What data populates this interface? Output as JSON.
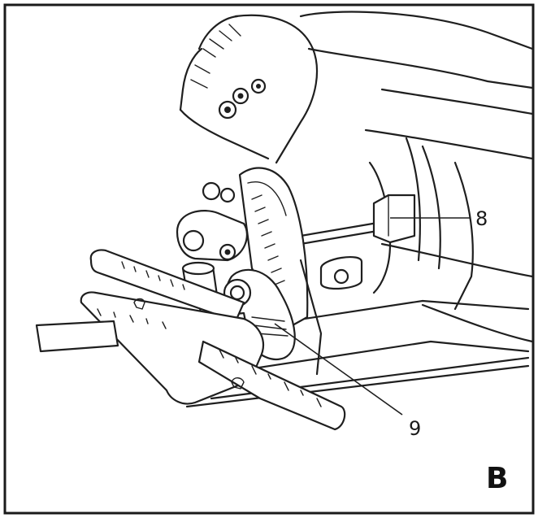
{
  "figure": {
    "panel_letter": "B",
    "callouts": [
      {
        "id": "8",
        "label": "8"
      },
      {
        "id": "9",
        "label": "9"
      }
    ],
    "colors": {
      "line": "#1f1f1f",
      "background": "#ffffff"
    }
  }
}
